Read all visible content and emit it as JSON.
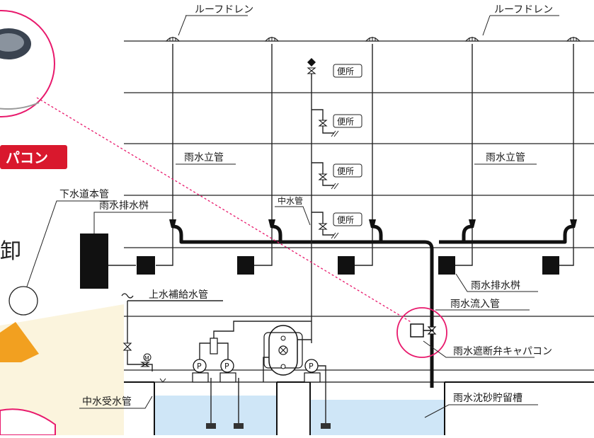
{
  "labels": {
    "roof_drain_left": "ルーフドレン",
    "roof_drain_right": "ルーフドレン",
    "toilet": "便所",
    "rain_downpipe_left": "雨水立管",
    "rain_downpipe_right": "雨水立管",
    "sewer_main": "下水道本管",
    "rain_catch_basin_left": "雨水排水桝",
    "rain_catch_basin_right": "雨水排水桝",
    "gray_water_pipe": "中水管",
    "city_water_supply_pipe": "上水補給水管",
    "rain_inflow_pipe": "雨水流入管",
    "rain_shutoff_valve": "雨水遮断弁キャパコン",
    "gray_water_receiving_pipe": "中水受水管",
    "rain_sedimentation_tank": "雨水沈砂貯留槽",
    "badge_text": "パコン",
    "side_glyph": "卸",
    "pump_symbol": "P",
    "motor_symbol": "M"
  },
  "colors": {
    "line": "#111111",
    "highlight": "#e8196c",
    "badge_bg": "#d9182d",
    "water": "#cfe6f7",
    "background_tint": "#fbf4dd",
    "orange": "#f2a020"
  }
}
